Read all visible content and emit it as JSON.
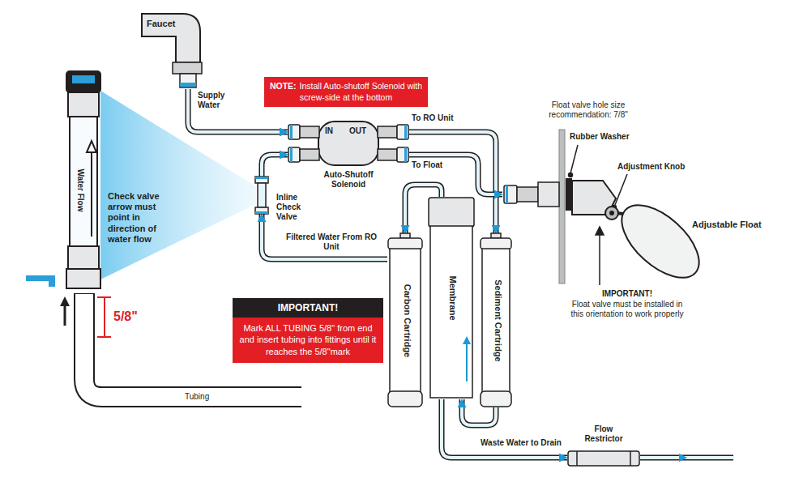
{
  "diagram": {
    "nodes": [
      {
        "text": [
          "Faucet"
        ]
      },
      {
        "text": [
          "IN",
          "OUT",
          "Auto-Shutoff Solenoid"
        ]
      },
      {
        "text": [
          "Inline Check Valve"
        ]
      },
      {
        "text": [
          "Carbon Cartridge"
        ]
      },
      {
        "text": [
          "Membrane"
        ]
      },
      {
        "text": [
          "Sediment Cartridge"
        ]
      },
      {
        "text": [
          "Adjustable Float"
        ]
      },
      {
        "text": [
          "Flow Restrictor"
        ]
      },
      {
        "text": [
          "NOTE:",
          "Install Auto-shutoff Solenoid with screw-side at the bottom"
        ]
      },
      {
        "text": [
          "IMPORTANT!",
          "Mark ALL TUBING 5/8\" from end and insert tubing into fittings until it reaches the 5/8\"mark"
        ]
      }
    ],
    "edges": [
      {
        "from": 0,
        "to": 1,
        "arrow": "to",
        "label": "Supply Water"
      },
      {
        "from": 1,
        "to": 5,
        "arrow": "to",
        "label": "To RO Unit"
      },
      {
        "from": 1,
        "to": 6,
        "arrow": "to",
        "label": "To Float"
      },
      {
        "from": 5,
        "to": 4,
        "arrow": "to"
      },
      {
        "from": 4,
        "to": 3,
        "arrow": "to"
      },
      {
        "from": 3,
        "to": 2,
        "arrow": "to",
        "label": "Filtered Water From RO Unit"
      },
      {
        "from": 2,
        "to": 1,
        "arrow": "to"
      },
      {
        "from": 4,
        "to": 7,
        "arrow": "to",
        "label": "Waste Water to Drain"
      }
    ],
    "labels": [
      "Float valve hole size recommendation: 7/8\"",
      "Rubber Washer",
      "Adjustment Knob",
      "IMPORTANT!",
      "Float valve must be installed in this orientation to work properly",
      "Check valve arrow must point in direction of water flow",
      "Water Flow",
      "5/8\"",
      "Tubing"
    ]
  }
}
